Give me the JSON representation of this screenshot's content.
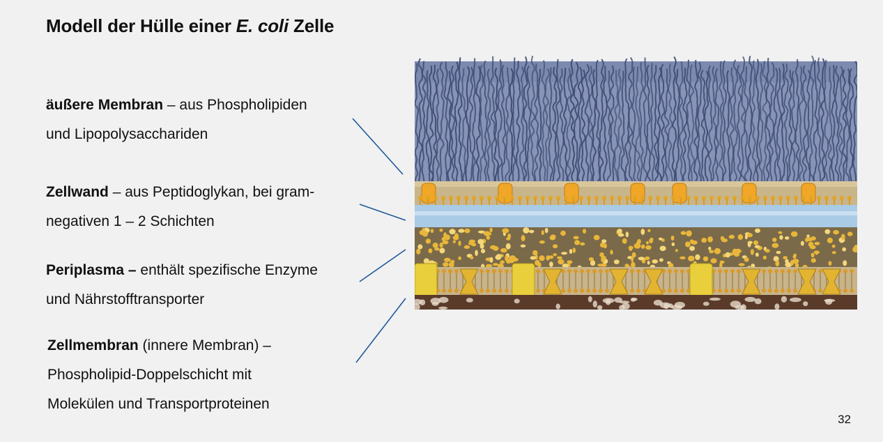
{
  "slide": {
    "title_prefix": "Modell der Hülle einer ",
    "title_italic": "E. coli",
    "title_suffix": " Zelle",
    "page_number": "32"
  },
  "labels": [
    {
      "bold": "äußere Membran",
      "text": " – aus Phospholipiden",
      "line2": "und Lipopolysacchariden"
    },
    {
      "bold": "Zellwand",
      "text": " – aus Peptidoglykan, bei gram-",
      "line2": "negativen 1 – 2 Schichten"
    },
    {
      "bold": "Periplasma –",
      "text": " enthält spezifische Enzyme",
      "line2": "und Nährstofftransporter"
    },
    {
      "bold": "Zellmembran",
      "text": " (innere Membran) –",
      "line2": "Phospholipid-Doppelschicht mit",
      "line3": "Molekülen und Transportproteinen"
    }
  ],
  "colors": {
    "pointer_line": "#1f5a9a",
    "lps_chains": "#4f5f86",
    "lps_background": "#7d8ab0",
    "outer_membrane_head": "#b8a57a",
    "peptidoglycan_band": "#a9cbe6",
    "periplasm_particles": "#e8b63a",
    "inner_membrane_dark": "#5a3b2a",
    "transporter_yellow": "#e9cf3c"
  }
}
